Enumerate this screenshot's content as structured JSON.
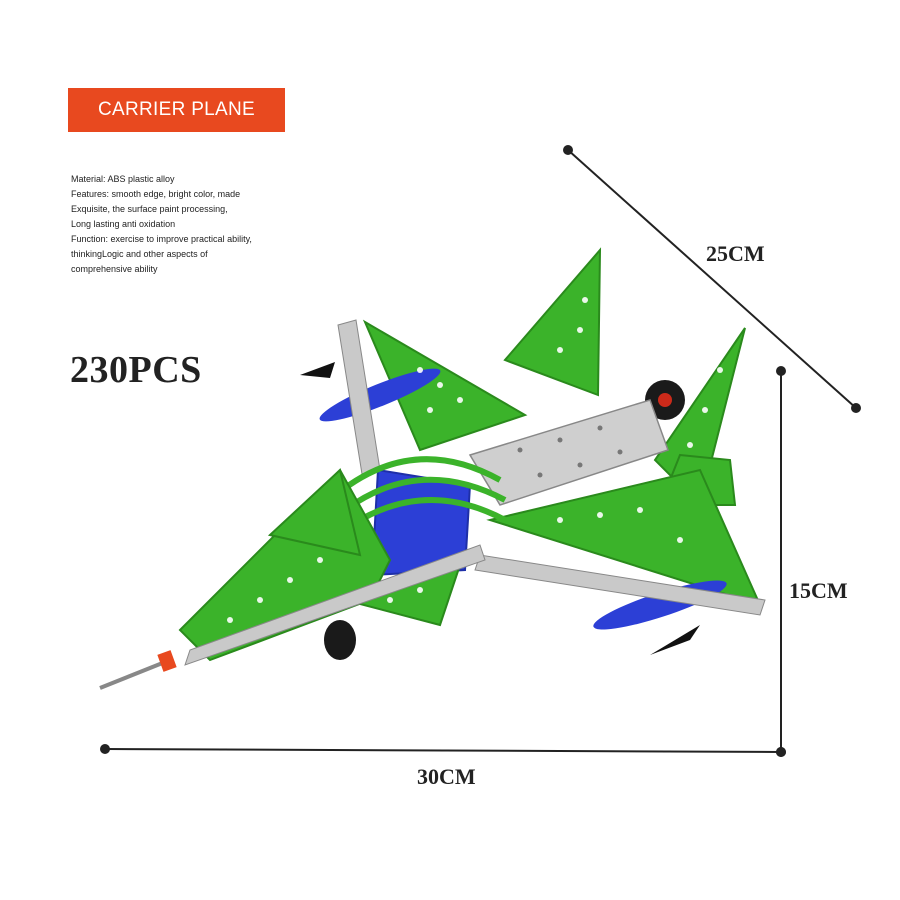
{
  "banner": {
    "title": "CARRIER PLANE",
    "color": "#e8491f"
  },
  "description": [
    "Material: ABS plastic alloy",
    "Features: smooth edge, bright color, made",
    "Exquisite, the surface paint processing,",
    "Long lasting anti oxidation",
    "Function: exercise to improve practical ability,",
    "thinkingLogic and other aspects of",
    "comprehensive ability"
  ],
  "piece_count": "230PCS",
  "dimensions": {
    "depth": "25CM",
    "height": "15CM",
    "length": "30CM"
  },
  "product": {
    "name": "metal-construction-jet-model",
    "colors": {
      "panels": "#3bb32a",
      "metal": "#c9c9c9",
      "cockpit": "#2c3fd6",
      "wheels": "#1a1a1a"
    }
  }
}
